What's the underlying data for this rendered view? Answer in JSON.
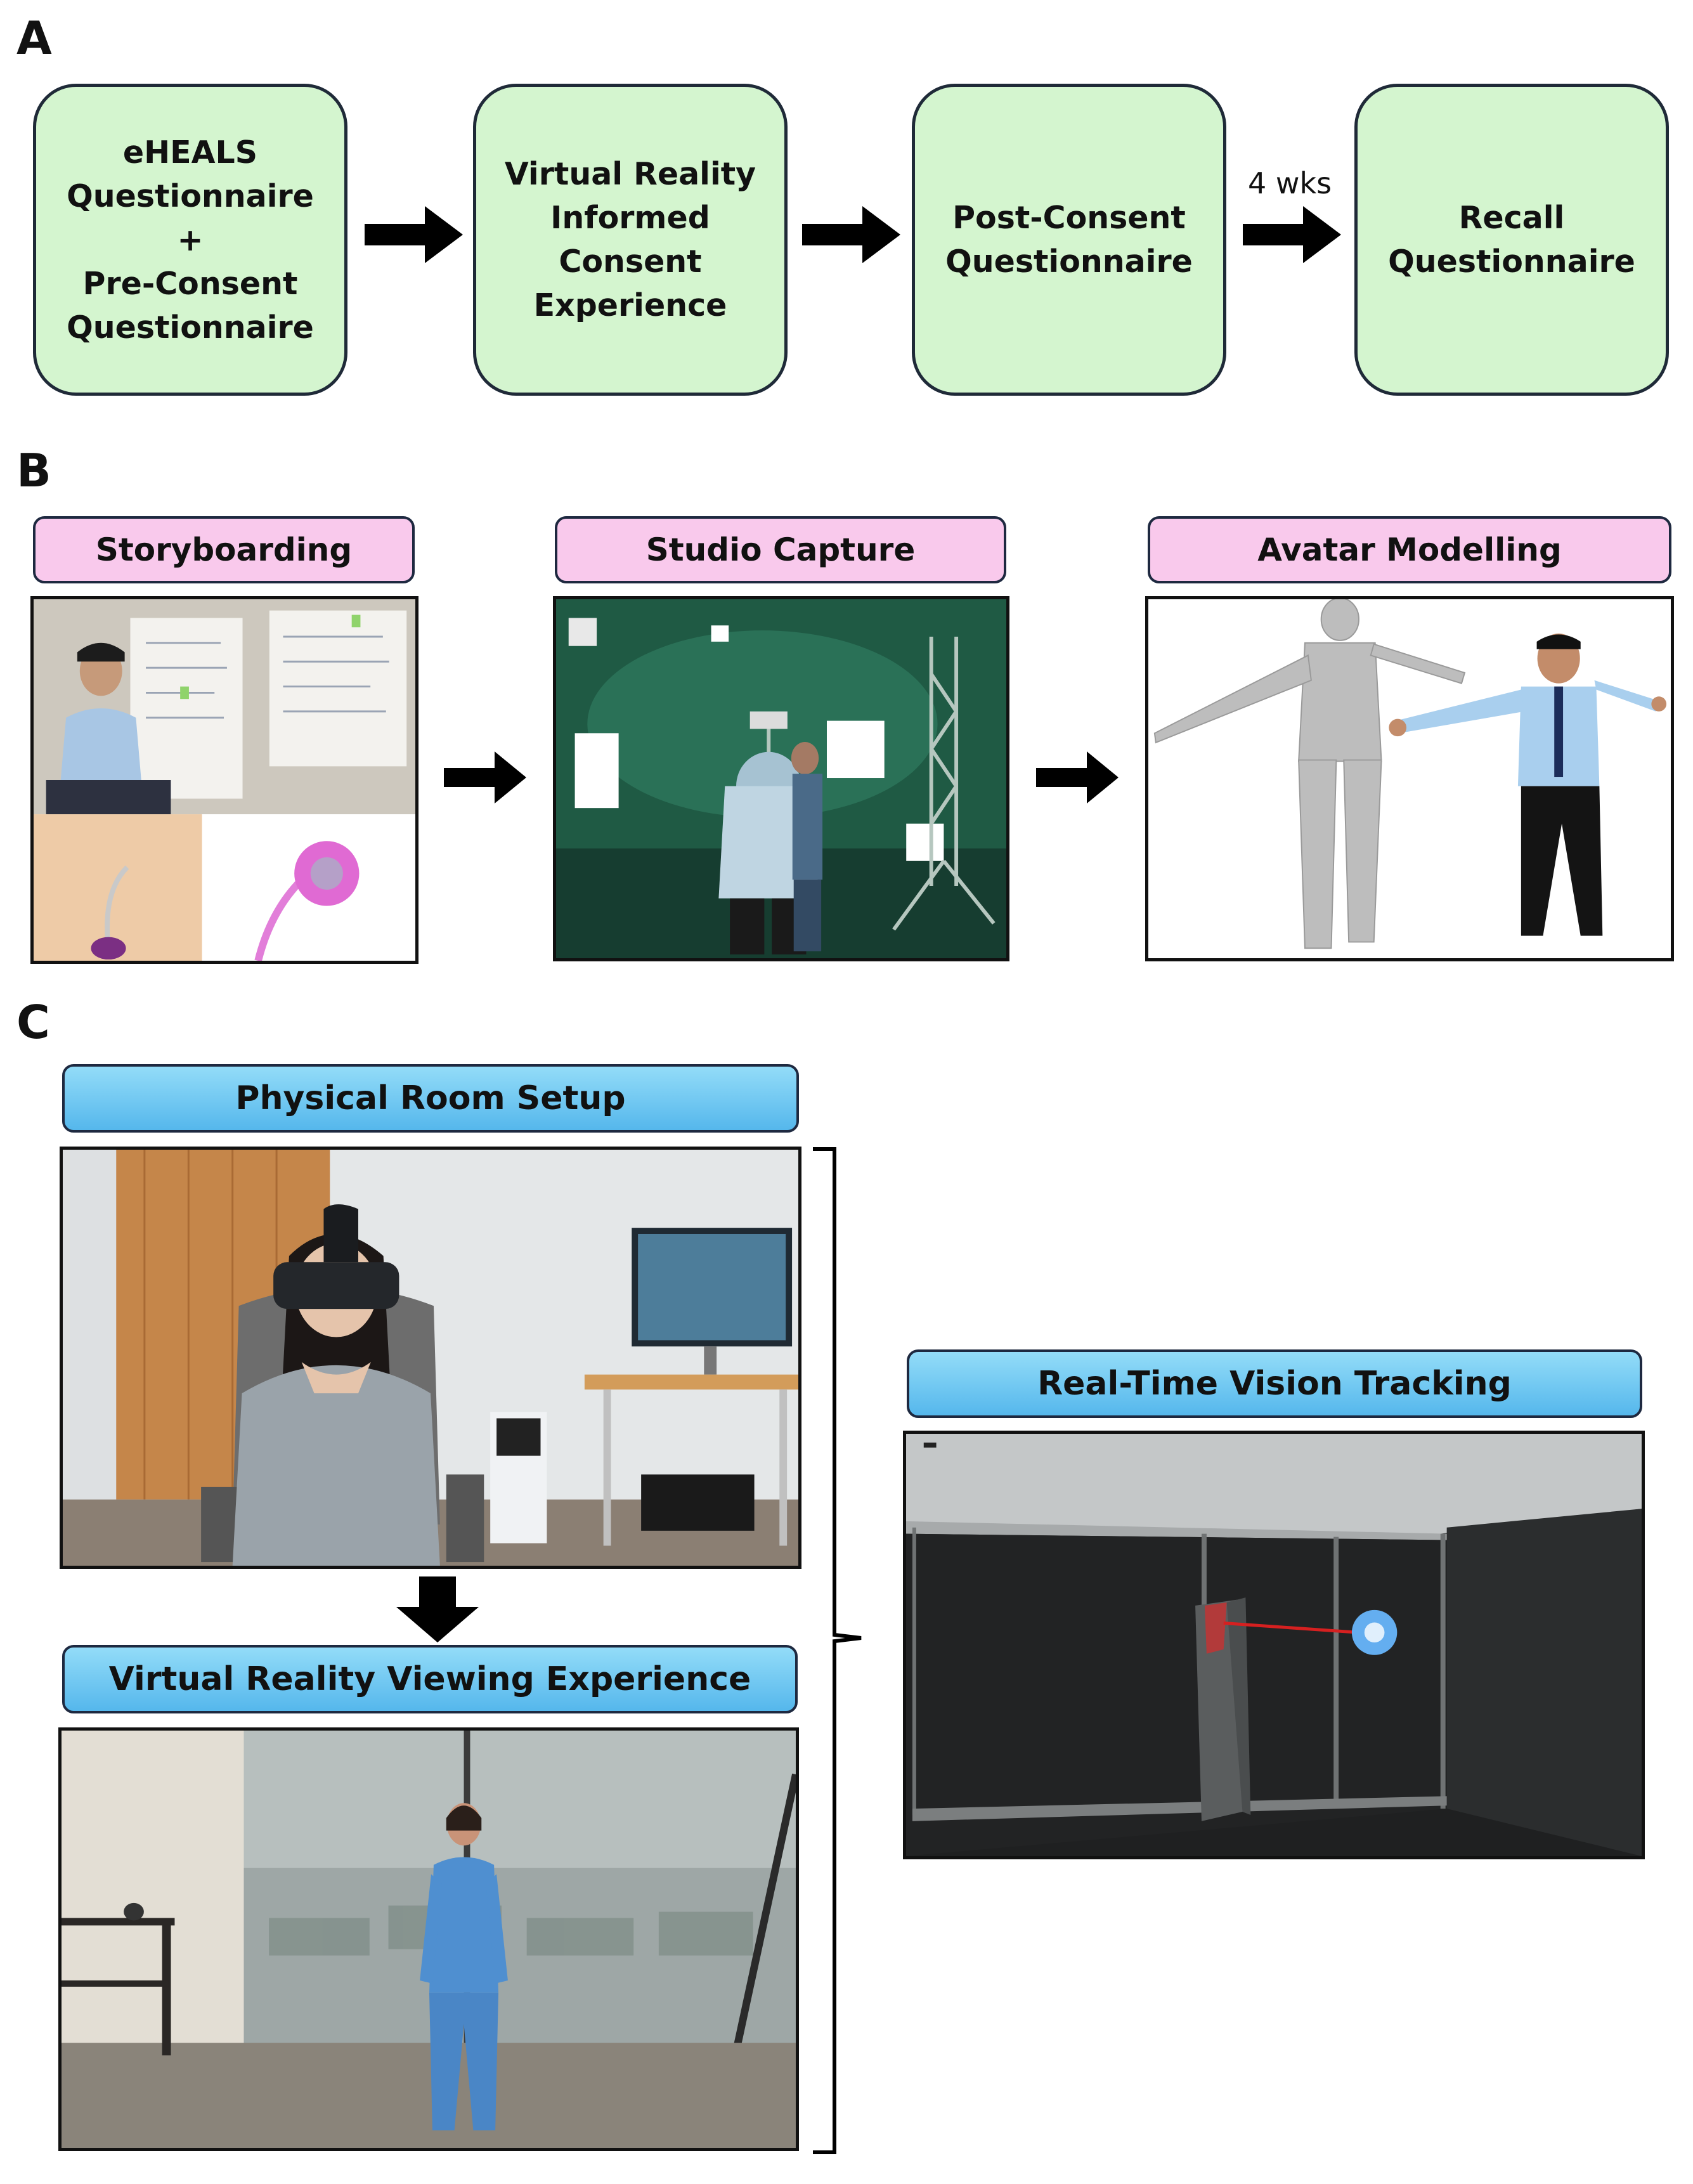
{
  "panels": {
    "a": {
      "letter": "A",
      "steps": [
        {
          "label": "eHEALS\nQuestionnaire\n+\nPre-Consent\nQuestionnaire"
        },
        {
          "label": "Virtual Reality\nInformed\nConsent\nExperience"
        },
        {
          "label": "Post-Consent\nQuestionnaire"
        },
        {
          "label": "Recall\nQuestionnaire"
        }
      ],
      "interval_label": "4 wks"
    },
    "b": {
      "letter": "B",
      "stages": [
        {
          "label": "Storyboarding"
        },
        {
          "label": "Studio Capture"
        },
        {
          "label": "Avatar Modelling"
        }
      ]
    },
    "c": {
      "letter": "C",
      "physical_label": "Physical Room Setup",
      "vr_label": "Virtual Reality Viewing Experience",
      "tracking_label": "Real-Time Vision Tracking"
    }
  },
  "colors": {
    "step_fill": "#d4f5cf",
    "pink_label": "#f9c9ec",
    "blue_label": "#5cbcee",
    "border": "#1e2940"
  },
  "icons": [
    "arrow-right-icon",
    "arrow-down-icon",
    "bracket-icon"
  ]
}
